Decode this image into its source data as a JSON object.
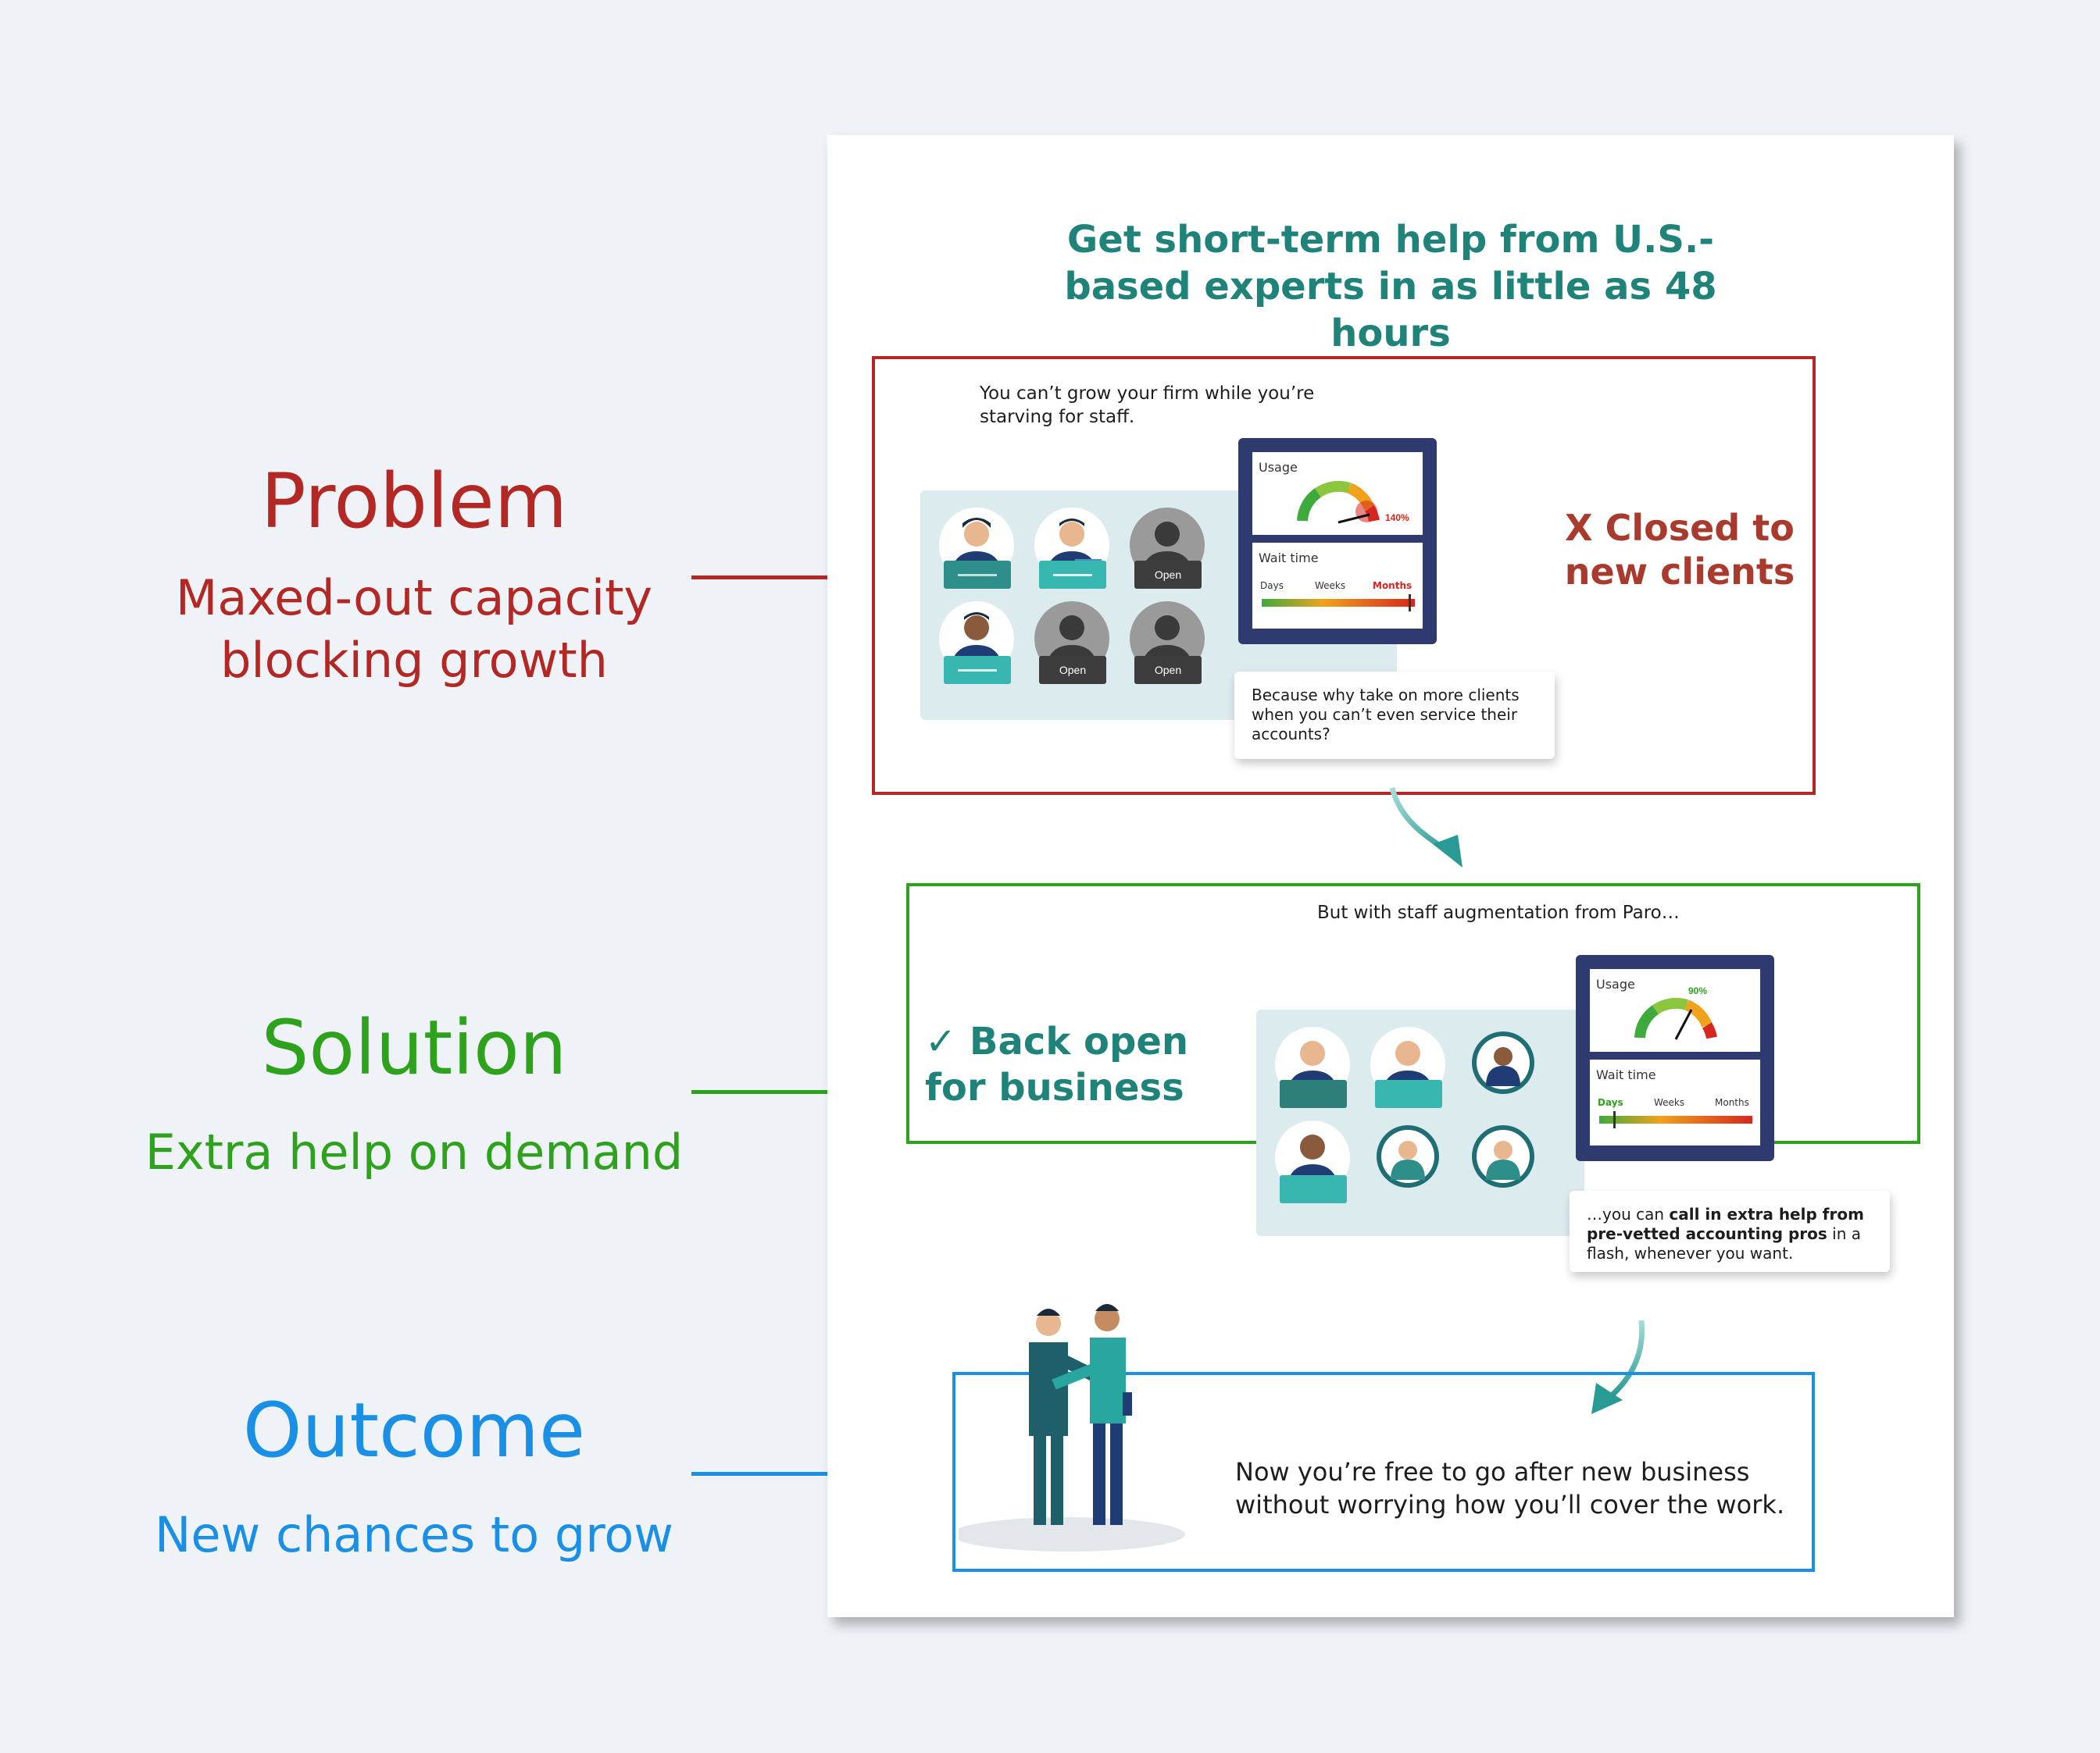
{
  "labels": {
    "problem": {
      "title": "Problem",
      "subtitle": "Maxed-out capacity blocking growth"
    },
    "solution": {
      "title": "Solution",
      "subtitle": "Extra help on demand"
    },
    "outcome": {
      "title": "Outcome",
      "subtitle": "New chances to grow"
    }
  },
  "page": {
    "headline": "Get short-term help from U.S.-based experts in as little as 48 hours",
    "problem": {
      "note": "You can’t grow your firm while you’re starving for staff.",
      "status": "X Closed to new clients",
      "card": "Because why take on more clients when you can’t even service their accounts?",
      "open_label": "Open",
      "dashboard": {
        "usage_label": "Usage",
        "usage_value": "140%",
        "wait_label": "Wait time",
        "ticks": [
          "Days",
          "Weeks",
          "Months"
        ],
        "highlight_tick": "Months"
      }
    },
    "solution": {
      "note": "But with staff augmentation from Paro…",
      "status": "✓ Back open for business",
      "card_prefix": "…you can ",
      "card_bold": "call in extra help from pre-vetted accounting pros",
      "card_suffix": " in a flash, whenever you want.",
      "dashboard": {
        "usage_label": "Usage",
        "usage_value": "90%",
        "wait_label": "Wait time",
        "ticks": [
          "Days",
          "Weeks",
          "Months"
        ],
        "highlight_tick": "Days"
      }
    },
    "outcome": {
      "text": "Now you’re free to go after new business without worrying how you’ll cover the work."
    }
  },
  "colors": {
    "problem": "#b32824",
    "solution": "#2ea21c",
    "outcome": "#1a8fe6",
    "teal": "#1f8379",
    "navy": "#2f3b70"
  }
}
